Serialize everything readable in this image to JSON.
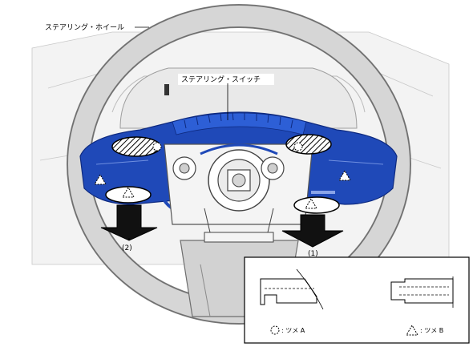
{
  "labels": {
    "steering_wheel": "ステアリング・ホイール",
    "steering_switch": "ステアリング・スイッチ",
    "arrow_1": "(1)",
    "arrow_2": "(2)"
  },
  "legend": {
    "claw_a": ": ツメ A",
    "claw_b": ": ツメ B"
  },
  "colors": {
    "switch_blue": "#1f49b8",
    "switch_dark": "#0e2a80",
    "wheel_grey": "#d4d4d4",
    "arrow_black": "#111111"
  }
}
